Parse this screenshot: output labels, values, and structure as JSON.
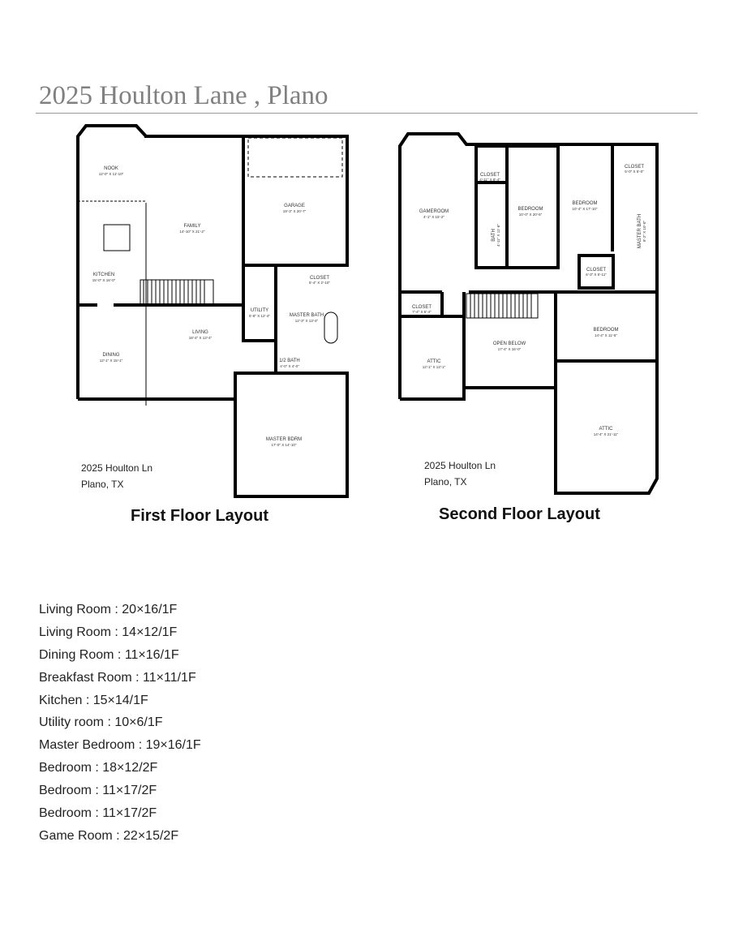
{
  "title": "2025 Houlton Lane , Plano",
  "first_floor": {
    "caption": "First Floor Layout",
    "address_line1": "2025 Houlton Ln",
    "address_line2": "Plano, TX",
    "rooms": [
      {
        "name": "NOOK",
        "dim": "12'-0\" X 11'-10\""
      },
      {
        "name": "FAMILY",
        "dim": "14'-10\" X 21'-2\""
      },
      {
        "name": "GARAGE",
        "dim": "19'-3\" X 20'-7\""
      },
      {
        "name": "KITCHEN",
        "dim": "15'-0\" X 16'-0\""
      },
      {
        "name": "CLOSET",
        "dim": "5'-4\" X 2'-10\""
      },
      {
        "name": "UTILITY",
        "dim": "5'-8\" X 12'-4\""
      },
      {
        "name": "MASTER BATH",
        "dim": "12'-3\" X 13'-4\""
      },
      {
        "name": "LIVING",
        "dim": "18'-4\" X 13'-4\""
      },
      {
        "name": "DINING",
        "dim": "12'-1\" X 15'-1\""
      },
      {
        "name": "1/2 BATH",
        "dim": "4'-0\" X 4'-0\""
      },
      {
        "name": "MASTER BDRM",
        "dim": "17'-0\" X 14'-10\""
      }
    ]
  },
  "second_floor": {
    "caption": "Second Floor Layout",
    "address_line1": "2025 Houlton Ln",
    "address_line2": "Plano, TX",
    "rooms": [
      {
        "name": "CLOSET",
        "dim": "4'-11\" X 8'-4\""
      },
      {
        "name": "GAMEROOM",
        "dim": "4'-1\" X 15'-2\""
      },
      {
        "name": "BEDROOM",
        "dim": "10'-0\" X 20'-5\""
      },
      {
        "name": "BEDROOM",
        "dim": "10'-4\" X 17'-10\""
      },
      {
        "name": "CLOSET",
        "dim": "5'-0\" X 5'-0\""
      },
      {
        "name": "BATH",
        "dim": "4'-11\" X 11'-6\""
      },
      {
        "name": "MASTER BATH",
        "dim": "8'-2\" X 10'-0\""
      },
      {
        "name": "CLOSET",
        "dim": "6'-3\" X 5'-11\""
      },
      {
        "name": "CLOSET",
        "dim": "7'-4\" X 5'-4\""
      },
      {
        "name": "OPEN BELOW",
        "dim": "17'-4\" X 16'-0\""
      },
      {
        "name": "BEDROOM",
        "dim": "14'-4\" X 11'-5\""
      },
      {
        "name": "ATTIC",
        "dim": "12'-1\" X 13'-1\""
      },
      {
        "name": "ATTIC",
        "dim": "14'-4\" X 21'-11\""
      }
    ]
  },
  "room_list": [
    "Living Room : 20×16/1F",
    "Living Room : 14×12/1F",
    "Dining Room : 11×16/1F",
    "Breakfast Room : 11×11/1F",
    "Kitchen : 15×14/1F",
    "Utility room : 10×6/1F",
    "Master Bedroom : 19×16/1F",
    "Bedroom : 18×12/2F",
    "Bedroom : 11×17/2F",
    "Bedroom : 11×17/2F",
    "Game Room : 22×15/2F"
  ]
}
